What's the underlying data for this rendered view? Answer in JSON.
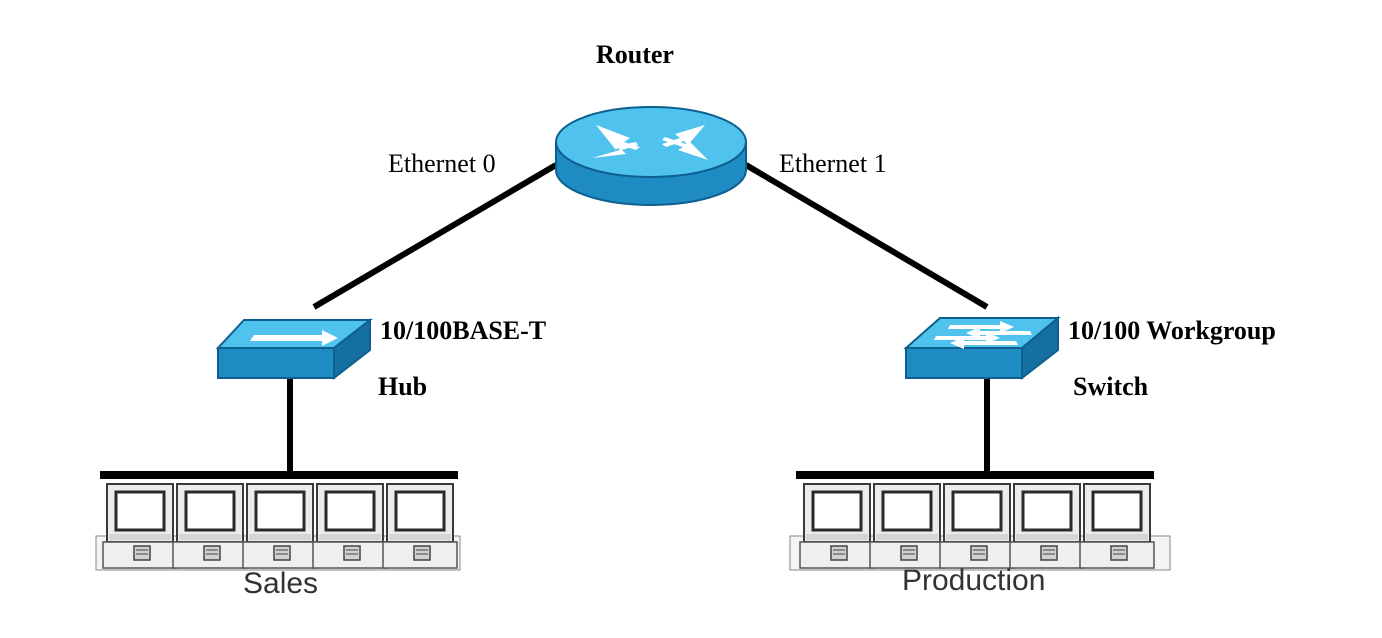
{
  "diagram": {
    "router": {
      "label": "Router"
    },
    "links": {
      "left_interface": "Ethernet 0",
      "right_interface": "Ethernet 1"
    },
    "hub": {
      "label_line1": "10/100BASE-T",
      "label_line2": "Hub"
    },
    "switch": {
      "label_line1": "10/100 Workgroup",
      "label_line2": "Switch"
    },
    "groups": {
      "left": {
        "label": "Sales",
        "workstation_count": 5
      },
      "right": {
        "label": "Production",
        "workstation_count": 5
      }
    },
    "colors": {
      "device_top": "#4fc3ee",
      "device_side": "#1e8bc3",
      "device_outline": "#0d5f8f",
      "link": "#000000"
    },
    "icons": [
      "router-icon",
      "hub-icon",
      "switch-icon",
      "workstation-icon"
    ]
  }
}
